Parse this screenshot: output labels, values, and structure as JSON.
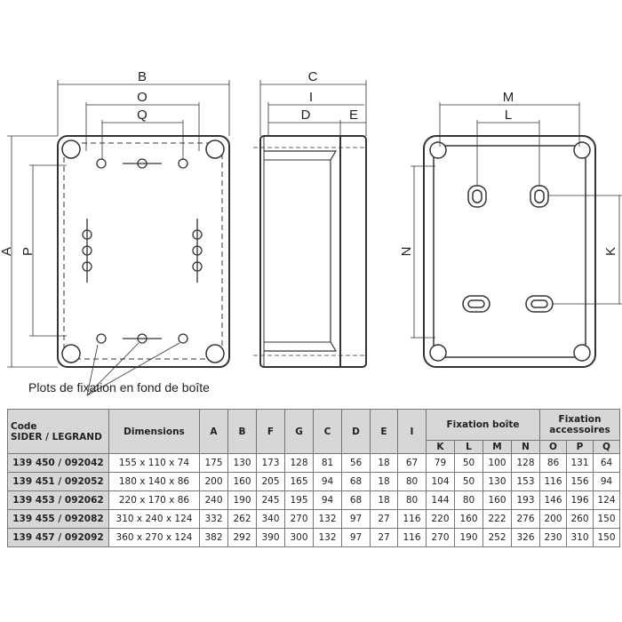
{
  "drawing": {
    "front_labels": {
      "B": "B",
      "O": "O",
      "Q": "Q",
      "A": "A",
      "P": "P"
    },
    "side_labels": {
      "C": "C",
      "I": "I",
      "D": "D",
      "E": "E"
    },
    "back_labels": {
      "M": "M",
      "L": "L",
      "N": "N",
      "K": "K"
    },
    "caption": "Plots de fixation en fond de boîte"
  },
  "table": {
    "header": {
      "code_line1": "Code",
      "code_line2": "SIDER / LEGRAND",
      "dimensions": "Dimensions",
      "cols": [
        "A",
        "B",
        "F",
        "G",
        "C",
        "D",
        "E",
        "I"
      ],
      "group1": "Fixation boîte",
      "group1_cols": [
        "K",
        "L",
        "M",
        "N"
      ],
      "group2": "Fixation accessoires",
      "group2_cols": [
        "O",
        "P",
        "Q"
      ]
    },
    "rows": [
      {
        "code": "139 450 / 092042",
        "dims": "155 x 110 x 74",
        "v": [
          "175",
          "130",
          "173",
          "128",
          "81",
          "56",
          "18",
          "67",
          "79",
          "50",
          "100",
          "128",
          "86",
          "131",
          "64"
        ]
      },
      {
        "code": "139 451 / 092052",
        "dims": "180 x 140 x 86",
        "v": [
          "200",
          "160",
          "205",
          "165",
          "94",
          "68",
          "18",
          "80",
          "104",
          "50",
          "130",
          "153",
          "116",
          "156",
          "94"
        ]
      },
      {
        "code": "139 453 / 092062",
        "dims": "220 x 170 x 86",
        "v": [
          "240",
          "190",
          "245",
          "195",
          "94",
          "68",
          "18",
          "80",
          "144",
          "80",
          "160",
          "193",
          "146",
          "196",
          "124"
        ]
      },
      {
        "code": "139 455 / 092082",
        "dims": "310 x 240 x 124",
        "v": [
          "332",
          "262",
          "340",
          "270",
          "132",
          "97",
          "27",
          "116",
          "220",
          "160",
          "222",
          "276",
          "200",
          "260",
          "150"
        ]
      },
      {
        "code": "139 457 / 092092",
        "dims": "360 x 270 x 124",
        "v": [
          "382",
          "292",
          "390",
          "300",
          "132",
          "97",
          "27",
          "116",
          "270",
          "190",
          "252",
          "326",
          "230",
          "310",
          "150"
        ]
      }
    ]
  }
}
